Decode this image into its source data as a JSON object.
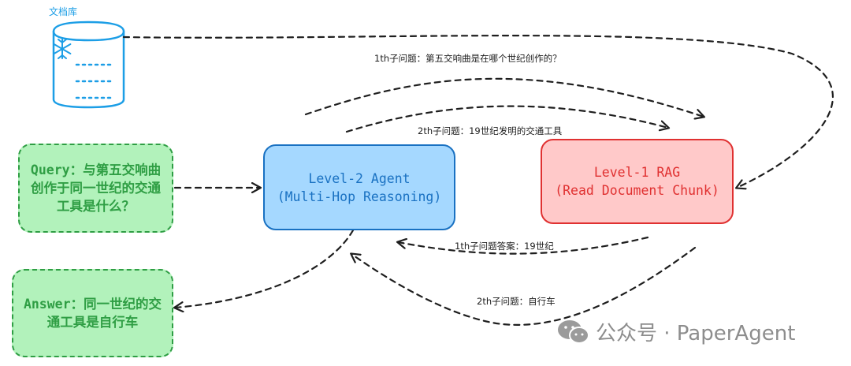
{
  "database": {
    "title": "文档库"
  },
  "nodes": {
    "query": {
      "lines": [
        "Query：与第五交响曲",
        "创作于同一世纪的交通",
        "工具是什么？"
      ]
    },
    "agent": {
      "lines": [
        "Level-2 Agent",
        "(Multi-Hop Reasoning)"
      ]
    },
    "rag": {
      "lines": [
        "Level-1 RAG",
        "(Read Document Chunk)"
      ]
    },
    "answer": {
      "lines": [
        "Answer：同一世纪的交",
        "通工具是自行车"
      ]
    }
  },
  "edges": {
    "q1": "1th子问题：第五交响曲是在哪个世纪创作的？",
    "q2": "2th子问题：19世纪发明的交通工具",
    "a1": "1th子问题答案：19世纪",
    "a2": "2th子问题：自行车"
  },
  "watermark": {
    "text": "公众号 · PaperAgent"
  },
  "colors": {
    "db_stroke": "#1c9ee6",
    "green_fill": "#b2f2bb",
    "green_stroke": "#2f9e44",
    "blue_fill": "#a5d8ff",
    "blue_stroke": "#1971c2",
    "red_fill": "#ffc9c9",
    "red_stroke": "#e03131",
    "arrow": "#1e1e1e"
  }
}
